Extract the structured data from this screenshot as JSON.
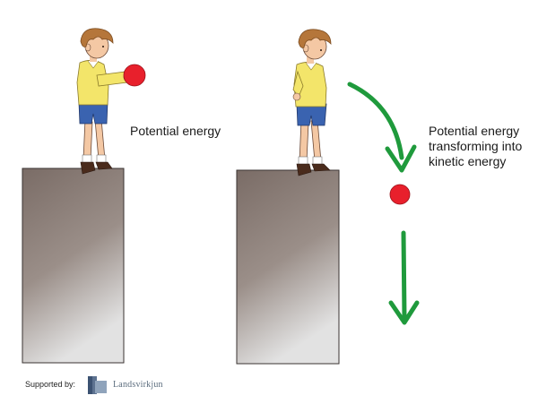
{
  "labels": {
    "potential": "Potential energy",
    "transform_line1": "Potential energy",
    "transform_line2": "transforming into",
    "transform_line3": "kinetic energy"
  },
  "footer": {
    "supported_by": "Supported by:",
    "sponsor_name": "Landsvirkjun"
  },
  "colors": {
    "ball": "#e8202c",
    "arrow": "#1f9a3c",
    "shirt": "#f3e56a",
    "shorts": "#3a63b0",
    "hair": "#b5763a",
    "skin": "#f4c8a4",
    "pillar_top": "#7a6c66",
    "pillar_bottom": "#e2e2e2"
  }
}
